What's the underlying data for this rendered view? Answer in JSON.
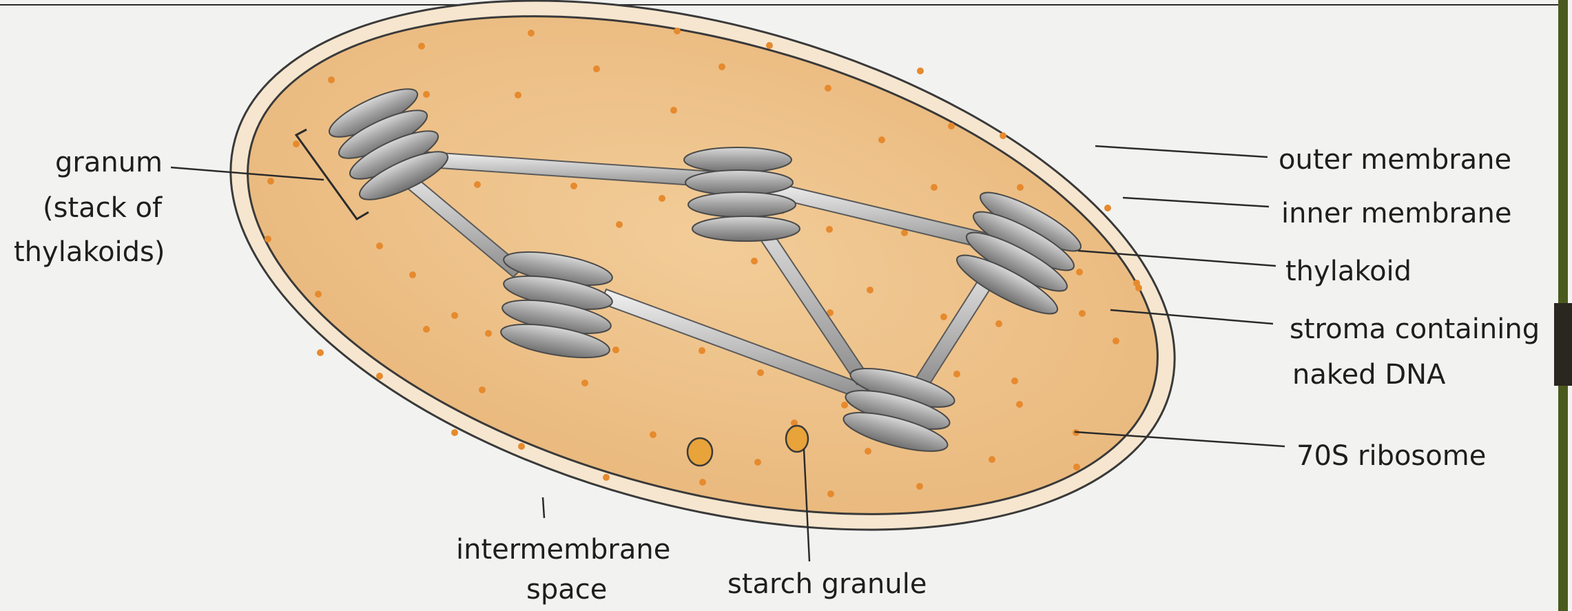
{
  "labels": {
    "granum": "granum",
    "granum_sub1": "(stack of",
    "granum_sub2": "thylakoids)",
    "outer_membrane": "outer membrane",
    "inner_membrane": "inner membrane",
    "thylakoid": "thylakoid",
    "stroma_line1": "stroma containing",
    "stroma_line2": "naked DNA",
    "ribosome": "70S ribosome",
    "intermembrane_line1": "intermembrane",
    "intermembrane_line2": "space",
    "starch": "starch granule"
  },
  "colors": {
    "stroma": "#efc48e",
    "membrane_band": "#f6e6cf",
    "outline": "#3a3a3a",
    "thylakoid": "#9a9a9a",
    "ribosome": "#e68a2e",
    "starch": "#e8a33a"
  }
}
